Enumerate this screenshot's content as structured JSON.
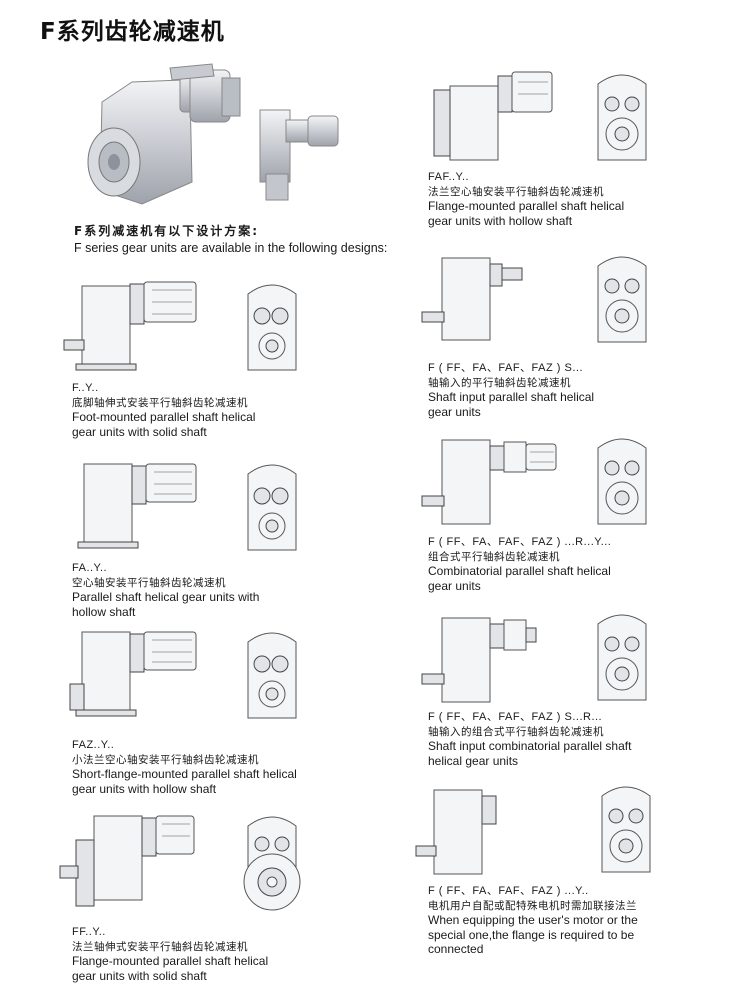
{
  "page": {
    "title": "F系列齿轮减速机",
    "intro_zh": "F系列减速机有以下设计方案:",
    "intro_en": "F series gear units are available in the following designs:"
  },
  "designs": [
    {
      "code": "F..Y..",
      "zh": "底脚轴伸式安装平行轴斜齿轮减速机",
      "en1": "Foot-mounted parallel shaft helical",
      "en2": "gear units with solid shaft"
    },
    {
      "code": "FA..Y..",
      "zh": "空心轴安装平行轴斜齿轮减速机",
      "en1": "Parallel shaft helical gear units with",
      "en2": "hollow shaft"
    },
    {
      "code": "FAZ..Y..",
      "zh": "小法兰空心轴安装平行轴斜齿轮减速机",
      "en1": "Short-flange-mounted parallel shaft helical",
      "en2": "gear units with hollow shaft"
    },
    {
      "code": "FF..Y..",
      "zh": "法兰轴伸式安装平行轴斜齿轮减速机",
      "en1": "Flange-mounted parallel shaft helical",
      "en2": "gear units with solid shaft"
    },
    {
      "code": "FAF..Y..",
      "zh": "法兰空心轴安装平行轴斜齿轮减速机",
      "en1": "Flange-mounted parallel shaft helical",
      "en2": "gear units with hollow shaft"
    },
    {
      "code": "F ( FF、FA、FAF、FAZ ) S...",
      "zh": "轴输入的平行轴斜齿轮减速机",
      "en1": "Shaft input parallel shaft helical",
      "en2": "gear units"
    },
    {
      "code": "F ( FF、FA、FAF、FAZ ) ...R...Y...",
      "zh": "组合式平行轴斜齿轮减速机",
      "en1": "Combinatorial parallel shaft helical",
      "en2": "gear units"
    },
    {
      "code": "F ( FF、FA、FAF、FAZ ) S...R...",
      "zh": "轴输入的组合式平行轴斜齿轮减速机",
      "en1": "Shaft input combinatorial parallel shaft",
      "en2": "helical gear units"
    },
    {
      "code": "F ( FF、FA、FAF、FAZ ) ...Y..",
      "zh": "电机用户自配或配特殊电机时需加联接法兰",
      "en1": "When equipping the user's motor or the",
      "en2": "special one,the flange is required to be",
      "en3": "connected"
    }
  ]
}
